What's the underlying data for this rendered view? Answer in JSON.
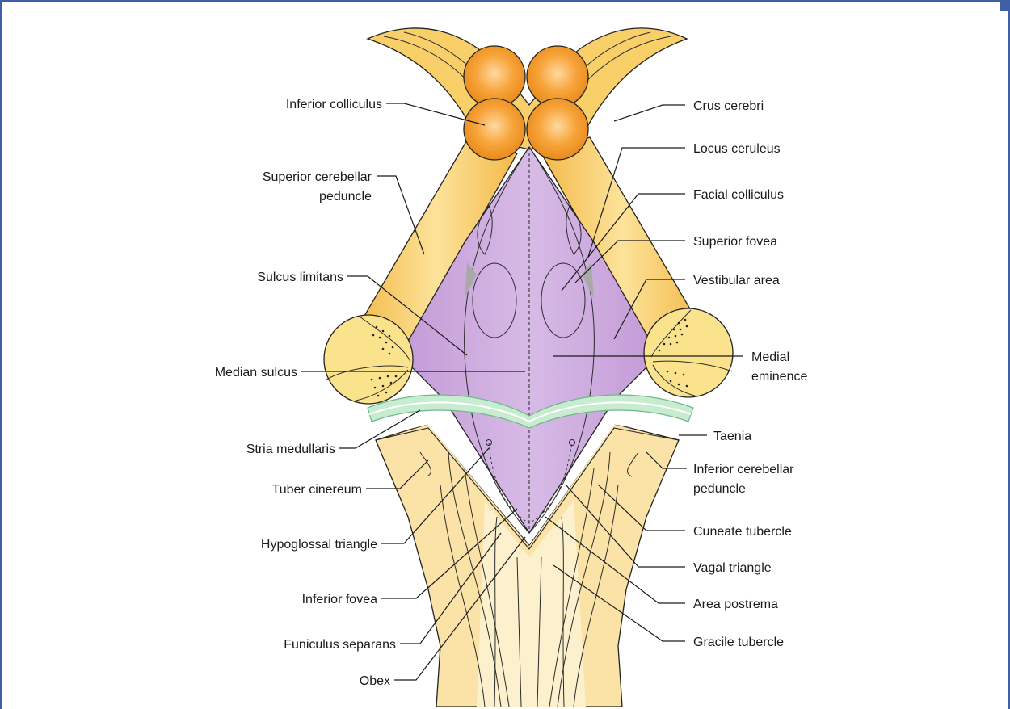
{
  "colors": {
    "frame": "#3f5ea8",
    "peduncle": "#f7c95c",
    "medulla": "#fbe3a8",
    "floor": "#cba8dc",
    "colliculus": "#f29a2a",
    "fovea": "#bfe1ec",
    "stria": "#bfe6c4"
  },
  "labels": {
    "inferior_colliculus": "Inferior colliculus",
    "superior_cerebellar_1": "Superior cerebellar",
    "superior_cerebellar_2": "peduncle",
    "sulcus_limitans": "Sulcus limitans",
    "median_sulcus": "Median sulcus",
    "stria_medullaris": "Stria medullaris",
    "tuber_cinereum": "Tuber cinereum",
    "hypoglossal_triangle": "Hypoglossal triangle",
    "inferior_fovea": "Inferior fovea",
    "funiculus_separans": "Funiculus separans",
    "obex": "Obex",
    "crus_cerebri": "Crus cerebri",
    "locus_ceruleus": "Locus ceruleus",
    "facial_colliculus": "Facial colliculus",
    "superior_fovea": "Superior fovea",
    "vestibular_area": "Vestibular area",
    "medial_eminence_1": "Medial",
    "medial_eminence_2": "eminence",
    "taenia": "Taenia",
    "inferior_cerebellar_1": "Inferior cerebellar",
    "inferior_cerebellar_2": "peduncle",
    "cuneate_tubercle": "Cuneate tubercle",
    "vagal_triangle": "Vagal triangle",
    "area_postrema": "Area postrema",
    "gracile_tubercle": "Gracile tubercle"
  }
}
